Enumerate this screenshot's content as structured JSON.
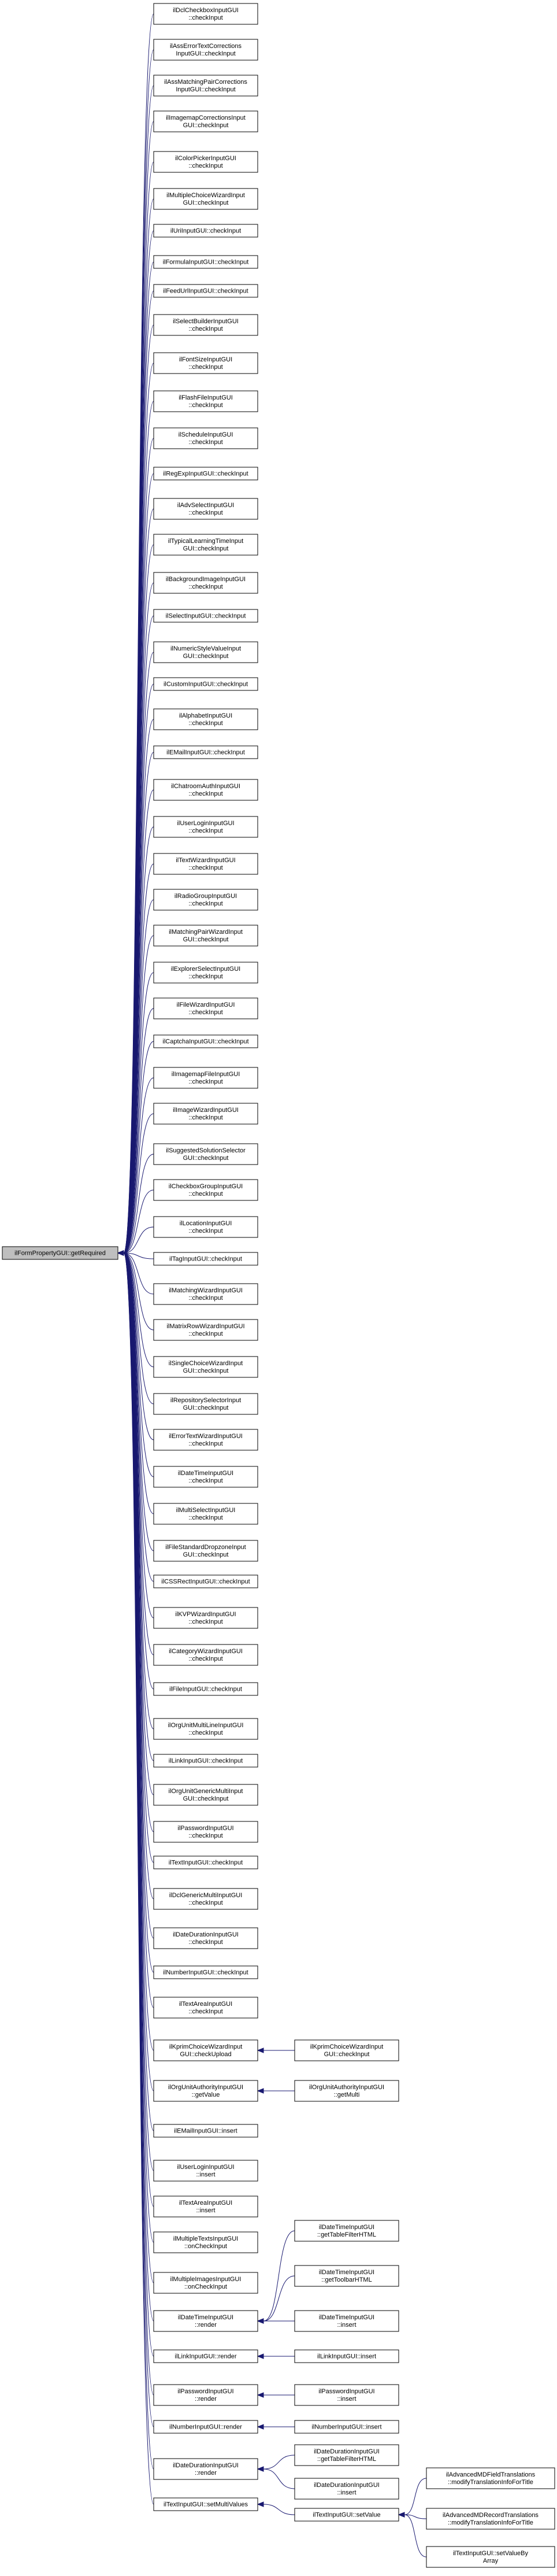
{
  "root": {
    "id": "root",
    "lines": [
      "ilFormPropertyGUI::getRequired"
    ]
  },
  "columns": {
    "c1": [
      {
        "id": "n0",
        "lines": [
          "ilDclCheckboxInputGUI",
          "::checkInput"
        ]
      },
      {
        "id": "n1",
        "lines": [
          "ilAssErrorTextCorrections",
          "InputGUI::checkInput"
        ]
      },
      {
        "id": "n2",
        "lines": [
          "ilAssMatchingPairCorrections",
          "InputGUI::checkInput"
        ]
      },
      {
        "id": "n3",
        "lines": [
          "ilImagemapCorrectionsInput",
          "GUI::checkInput"
        ]
      },
      {
        "id": "n4",
        "lines": [
          "ilColorPickerInputGUI",
          "::checkInput"
        ]
      },
      {
        "id": "n5",
        "lines": [
          "ilMultipleChoiceWizardInput",
          "GUI::checkInput"
        ]
      },
      {
        "id": "n6",
        "lines": [
          "ilUriInputGUI::checkInput"
        ]
      },
      {
        "id": "n7",
        "lines": [
          "ilFormulaInputGUI::checkInput"
        ]
      },
      {
        "id": "n8",
        "lines": [
          "ilFeedUrlInputGUI::checkInput"
        ]
      },
      {
        "id": "n9",
        "lines": [
          "ilSelectBuilderInputGUI",
          "::checkInput"
        ]
      },
      {
        "id": "n10",
        "lines": [
          "ilFontSizeInputGUI",
          "::checkInput"
        ]
      },
      {
        "id": "n11",
        "lines": [
          "ilFlashFileInputGUI",
          "::checkInput"
        ]
      },
      {
        "id": "n12",
        "lines": [
          "ilScheduleInputGUI",
          "::checkInput"
        ]
      },
      {
        "id": "n13",
        "lines": [
          "ilRegExpInputGUI::checkInput"
        ]
      },
      {
        "id": "n14",
        "lines": [
          "ilAdvSelectInputGUI",
          "::checkInput"
        ]
      },
      {
        "id": "n15",
        "lines": [
          "ilTypicalLearningTimeInput",
          "GUI::checkInput"
        ]
      },
      {
        "id": "n16",
        "lines": [
          "ilBackgroundImageInputGUI",
          "::checkInput"
        ]
      },
      {
        "id": "n17",
        "lines": [
          "ilSelectInputGUI::checkInput"
        ]
      },
      {
        "id": "n18",
        "lines": [
          "ilNumericStyleValueInput",
          "GUI::checkInput"
        ]
      },
      {
        "id": "n19",
        "lines": [
          "ilCustomInputGUI::checkInput"
        ]
      },
      {
        "id": "n20",
        "lines": [
          "ilAlphabetInputGUI",
          "::checkInput"
        ]
      },
      {
        "id": "n21",
        "lines": [
          "ilEMailInputGUI::checkInput"
        ]
      },
      {
        "id": "n22",
        "lines": [
          "ilChatroomAuthInputGUI",
          "::checkInput"
        ]
      },
      {
        "id": "n23",
        "lines": [
          "ilUserLoginInputGUI",
          "::checkInput"
        ]
      },
      {
        "id": "n24",
        "lines": [
          "ilTextWizardInputGUI",
          "::checkInput"
        ]
      },
      {
        "id": "n25",
        "lines": [
          "ilRadioGroupInputGUI",
          "::checkInput"
        ]
      },
      {
        "id": "n26",
        "lines": [
          "ilMatchingPairWizardInput",
          "GUI::checkInput"
        ]
      },
      {
        "id": "n27",
        "lines": [
          "ilExplorerSelectInputGUI",
          "::checkInput"
        ]
      },
      {
        "id": "n28",
        "lines": [
          "ilFileWizardInputGUI",
          "::checkInput"
        ]
      },
      {
        "id": "n29",
        "lines": [
          "ilCaptchaInputGUI::checkInput"
        ]
      },
      {
        "id": "n30",
        "lines": [
          "ilImagemapFileInputGUI",
          "::checkInput"
        ]
      },
      {
        "id": "n31",
        "lines": [
          "ilImageWizardInputGUI",
          "::checkInput"
        ]
      },
      {
        "id": "n32",
        "lines": [
          "ilSuggestedSolutionSelector",
          "GUI::checkInput"
        ]
      },
      {
        "id": "n33",
        "lines": [
          "ilCheckboxGroupInputGUI",
          "::checkInput"
        ]
      },
      {
        "id": "n34",
        "lines": [
          "ilLocationInputGUI",
          "::checkInput"
        ]
      },
      {
        "id": "n35",
        "lines": [
          "ilTagInputGUI::checkInput"
        ]
      },
      {
        "id": "n36",
        "lines": [
          "ilMatchingWizardInputGUI",
          "::checkInput"
        ]
      },
      {
        "id": "n37",
        "lines": [
          "ilMatrixRowWizardInputGUI",
          "::checkInput"
        ]
      },
      {
        "id": "n38",
        "lines": [
          "ilSingleChoiceWizardInput",
          "GUI::checkInput"
        ]
      },
      {
        "id": "n39",
        "lines": [
          "ilRepositorySelectorInput",
          "GUI::checkInput"
        ]
      },
      {
        "id": "n40",
        "lines": [
          "ilErrorTextWizardInputGUI",
          "::checkInput"
        ]
      },
      {
        "id": "n41",
        "lines": [
          "ilDateTimeInputGUI",
          "::checkInput"
        ]
      },
      {
        "id": "n42",
        "lines": [
          "ilMultiSelectInputGUI",
          "::checkInput"
        ]
      },
      {
        "id": "n43",
        "lines": [
          "ilFileStandardDropzoneInput",
          "GUI::checkInput"
        ]
      },
      {
        "id": "n44",
        "lines": [
          "ilCSSRectInputGUI::checkInput"
        ]
      },
      {
        "id": "n45",
        "lines": [
          "ilKVPWizardInputGUI",
          "::checkInput"
        ]
      },
      {
        "id": "n46",
        "lines": [
          "ilCategoryWizardInputGUI",
          "::checkInput"
        ]
      },
      {
        "id": "n47",
        "lines": [
          "ilFileInputGUI::checkInput"
        ]
      },
      {
        "id": "n48",
        "lines": [
          "ilOrgUnitMultiLineInputGUI",
          "::checkInput"
        ]
      },
      {
        "id": "n49",
        "lines": [
          "ilLinkInputGUI::checkInput"
        ]
      },
      {
        "id": "n50",
        "lines": [
          "ilOrgUnitGenericMultiInput",
          "GUI::checkInput"
        ]
      },
      {
        "id": "n51",
        "lines": [
          "ilPasswordInputGUI",
          "::checkInput"
        ]
      },
      {
        "id": "n52",
        "lines": [
          "ilTextInputGUI::checkInput"
        ]
      },
      {
        "id": "n53",
        "lines": [
          "ilDclGenericMultiInputGUI",
          "::checkInput"
        ]
      },
      {
        "id": "n54",
        "lines": [
          "ilDateDurationInputGUI",
          "::checkInput"
        ]
      },
      {
        "id": "n55",
        "lines": [
          "ilNumberInputGUI::checkInput"
        ]
      },
      {
        "id": "n56",
        "lines": [
          "ilTextAreaInputGUI",
          "::checkInput"
        ]
      },
      {
        "id": "n57",
        "lines": [
          "ilKprimChoiceWizardInput",
          "GUI::checkUpload"
        ]
      },
      {
        "id": "n58",
        "lines": [
          "ilOrgUnitAuthorityInputGUI",
          "::getValue"
        ]
      },
      {
        "id": "n59",
        "lines": [
          "ilEMailInputGUI::insert"
        ]
      },
      {
        "id": "n60",
        "lines": [
          "ilUserLoginInputGUI",
          "::insert"
        ]
      },
      {
        "id": "n61",
        "lines": [
          "ilTextAreaInputGUI",
          "::insert"
        ]
      },
      {
        "id": "n62",
        "lines": [
          "ilMultipleTextsInputGUI",
          "::onCheckInput"
        ]
      },
      {
        "id": "n63",
        "lines": [
          "ilMultipleImagesInputGUI",
          "::onCheckInput"
        ]
      },
      {
        "id": "n64",
        "lines": [
          "ilDateTimeInputGUI",
          "::render"
        ]
      },
      {
        "id": "n65",
        "lines": [
          "ilLinkInputGUI::render"
        ]
      },
      {
        "id": "n66",
        "lines": [
          "ilPasswordInputGUI",
          "::render"
        ]
      },
      {
        "id": "n67",
        "lines": [
          "ilNumberInputGUI::render"
        ]
      },
      {
        "id": "n68",
        "lines": [
          "ilDateDurationInputGUI",
          "::render"
        ]
      },
      {
        "id": "n69",
        "lines": [
          "ilTextInputGUI::setMultiValues"
        ]
      }
    ],
    "c2": [
      {
        "id": "m0",
        "lines": [
          "ilKprimChoiceWizardInput",
          "GUI::checkInput"
        ],
        "from": "n57"
      },
      {
        "id": "m1",
        "lines": [
          "ilOrgUnitAuthorityInputGUI",
          "::getMulti"
        ],
        "from": "n58"
      },
      {
        "id": "m2",
        "lines": [
          "ilDateTimeInputGUI",
          "::getTableFilterHTML"
        ],
        "from": "n64"
      },
      {
        "id": "m3",
        "lines": [
          "ilDateTimeInputGUI",
          "::getToolbarHTML"
        ],
        "from": "n64"
      },
      {
        "id": "m4",
        "lines": [
          "ilDateTimeInputGUI",
          "::insert"
        ],
        "from": "n64"
      },
      {
        "id": "m5",
        "lines": [
          "ilLinkInputGUI::insert"
        ],
        "from": "n65"
      },
      {
        "id": "m6",
        "lines": [
          "ilPasswordInputGUI",
          "::insert"
        ],
        "from": "n66"
      },
      {
        "id": "m7",
        "lines": [
          "ilNumberInputGUI::insert"
        ],
        "from": "n67"
      },
      {
        "id": "m8",
        "lines": [
          "ilDateDurationInputGUI",
          "::getTableFilterHTML"
        ],
        "from": "n68"
      },
      {
        "id": "m9",
        "lines": [
          "ilDateDurationInputGUI",
          "::insert"
        ],
        "from": "n68"
      },
      {
        "id": "m10",
        "lines": [
          "ilTextInputGUI::setValue"
        ],
        "from": "n69"
      }
    ],
    "c3": [
      {
        "id": "k0",
        "lines": [
          "ilAdvancedMDFieldTranslations",
          "::modifyTranslationInfoForTitle"
        ],
        "from": "m10"
      },
      {
        "id": "k1",
        "lines": [
          "ilAdvancedMDRecordTranslations",
          "::modifyTranslationInfoForTitle"
        ],
        "from": "m10"
      },
      {
        "id": "k2",
        "lines": [
          "ilTextInputGUI::setValueBy",
          "Array"
        ],
        "from": "m10"
      }
    ]
  }
}
